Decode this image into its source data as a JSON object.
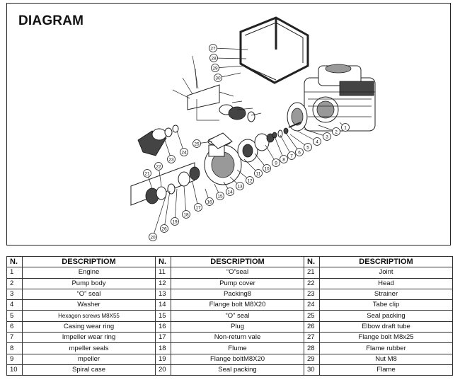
{
  "diagram": {
    "title": "DIAGRAM",
    "callouts": [
      "1",
      "2",
      "3",
      "4",
      "5",
      "6",
      "7",
      "8",
      "9",
      "10",
      "11",
      "12",
      "13",
      "14",
      "15",
      "16",
      "17",
      "18",
      "19",
      "20",
      "21",
      "22",
      "23",
      "24",
      "25",
      "26",
      "27",
      "28",
      "29",
      "30"
    ]
  },
  "table": {
    "headers": {
      "n1": "N.",
      "d1": "DESCRIPTIOM",
      "n2": "N.",
      "d2": "DESCRIPTIOM",
      "n3": "N.",
      "d3": "DESCRIPTIOM"
    },
    "rows": [
      {
        "n1": "1",
        "d1": "Engine",
        "n2": "11",
        "d2": "“O”seal",
        "n3": "21",
        "d3": "Joint"
      },
      {
        "n1": "2",
        "d1": "Pump body",
        "n2": "12",
        "d2": "Pump cover",
        "n3": "22",
        "d3": "Head"
      },
      {
        "n1": "3",
        "d1": "“O” seal",
        "n2": "13",
        "d2": "Packing8",
        "n3": "23",
        "d3": "Strainer"
      },
      {
        "n1": "4",
        "d1": "Washer",
        "n2": "14",
        "d2": "Flange bolt M8X20",
        "n3": "24",
        "d3": "Tabe clip"
      },
      {
        "n1": "5",
        "d1": "Hexagon screws M8X55",
        "n2": "15",
        "d2": "“O” seal",
        "n3": "25",
        "d3": "Seal packing"
      },
      {
        "n1": "6",
        "d1": "Casing wear ring",
        "n2": "16",
        "d2": "Plug",
        "n3": "26",
        "d3": "Elbow draft tube"
      },
      {
        "n1": "7",
        "d1": "Impeller wear ring",
        "n2": "17",
        "d2": "Non-return vale",
        "n3": "27",
        "d3": "Flange bolt M8x25"
      },
      {
        "n1": "8",
        "d1": "mpeller seals",
        "n2": "18",
        "d2": "Flume",
        "n3": "28",
        "d3": "Flame rubber"
      },
      {
        "n1": "9",
        "d1": "mpeller",
        "n2": "19",
        "d2": "Flange boltM8X20",
        "n3": "29",
        "d3": "Nut M8"
      },
      {
        "n1": "10",
        "d1": "Spiral case",
        "n2": "20",
        "d2": "Seal packing",
        "n3": "30",
        "d3": "Flame"
      }
    ]
  }
}
